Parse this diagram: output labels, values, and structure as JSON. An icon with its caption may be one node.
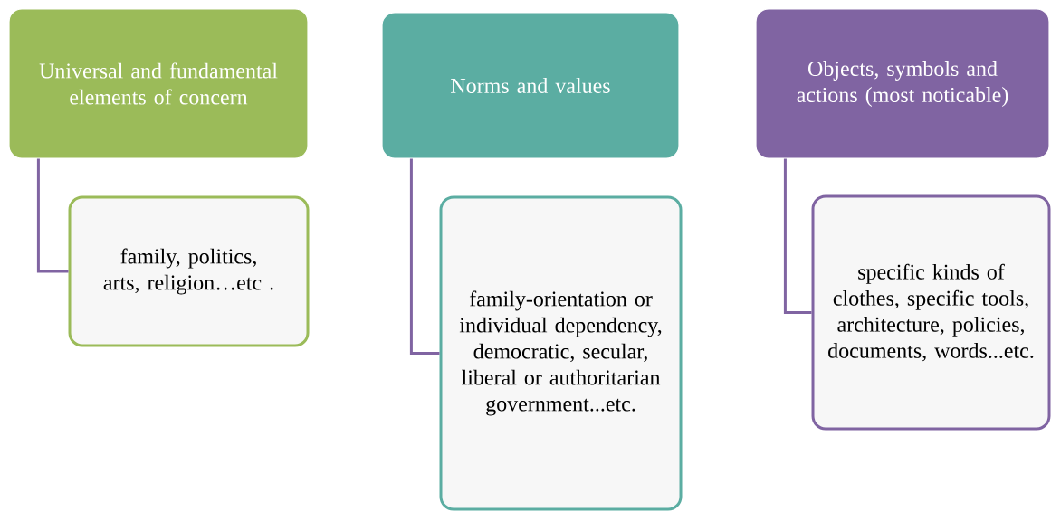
{
  "diagram": {
    "nodes": [
      {
        "text": [
          "Universal and fundamental elements of concern"
        ]
      },
      {
        "text": [
          "family, politics, arts, religion…etc ."
        ]
      },
      {
        "text": [
          "Norms and values"
        ]
      },
      {
        "text": [
          "family-orientation or individual dependency, democratic, secular, liberal or authoritarian government...etc."
        ]
      },
      {
        "text": [
          "Objects, symbols and actions (most noticable)"
        ]
      },
      {
        "text": [
          "specific kinds of clothes, specific tools, architecture, policies, documents, words...etc."
        ]
      }
    ],
    "edges": [
      {
        "from": 0,
        "to": 1,
        "arrow": "none"
      },
      {
        "from": 2,
        "to": 3,
        "arrow": "none"
      },
      {
        "from": 4,
        "to": 5,
        "arrow": "none"
      }
    ]
  }
}
